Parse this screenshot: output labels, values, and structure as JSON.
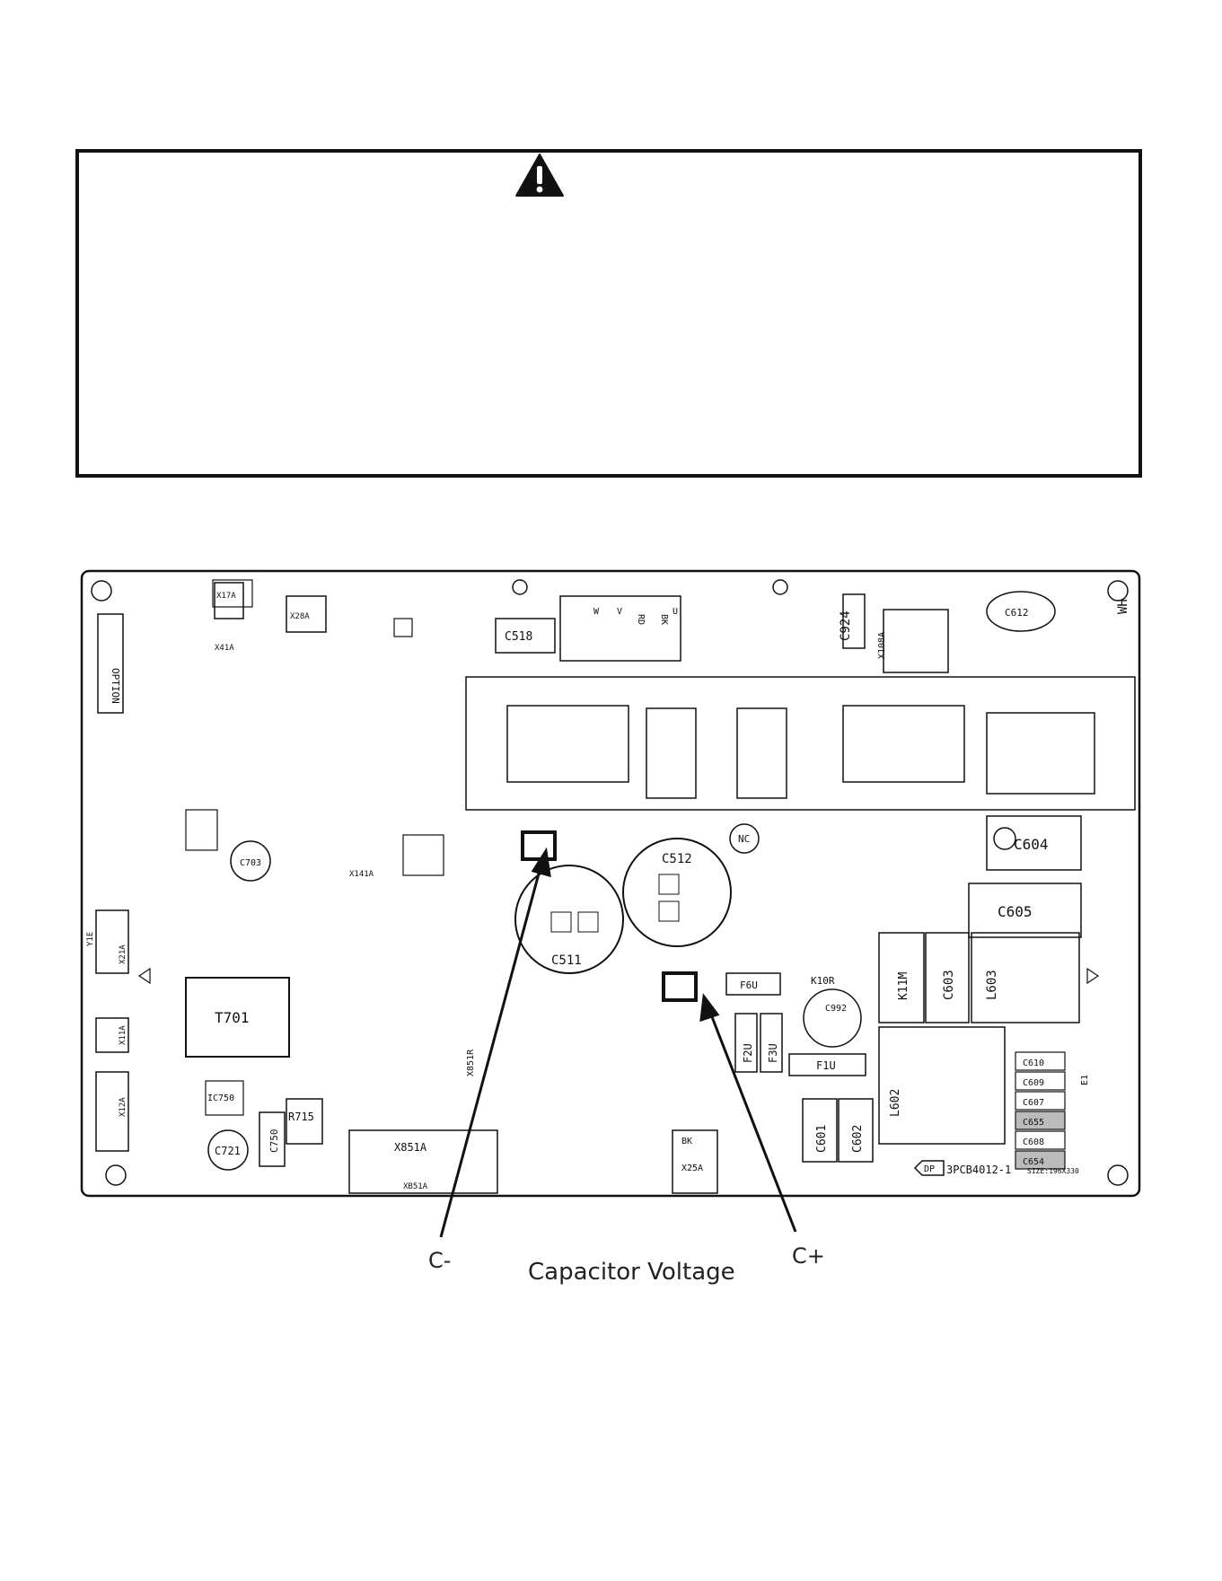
{
  "warning": {
    "icon": "warning-triangle-icon"
  },
  "board": {
    "silkscreen": {
      "option": "OPTION",
      "c518": "C518",
      "c518s": "C518",
      "c924": "C924",
      "x108a": "X108A",
      "c612": "C612",
      "wh": "WH",
      "t701": "T701",
      "c703": "C703",
      "c721": "C721",
      "ic750": "IC750",
      "c750": "C750",
      "r715": "R715",
      "x851a": "X851A",
      "x851a_small": "XB51A",
      "c511": "C511",
      "c512": "C512",
      "f6u": "F6U",
      "k10r": "K10R",
      "k11m": "K11M",
      "c603": "C603",
      "l603": "L603",
      "c604": "C604",
      "c605": "C605",
      "c610": "C610",
      "c609": "C609",
      "c607": "C607",
      "c655": "C655",
      "c608": "C608",
      "c654": "C654",
      "l602": "L602",
      "c601": "C601",
      "c602": "C602",
      "f1u": "F1U",
      "f2u": "F2U",
      "f3u": "F3U",
      "bk": "BK",
      "x25a": "X25A",
      "dp": "DP",
      "part_number": "3PCB4012-1",
      "size": "SIZE:196X330",
      "x12a": "X12A",
      "x11a": "X11A",
      "x21a": "X21A",
      "y1e": "Y1E",
      "x41a": "X41A",
      "x28a": "X28A",
      "x17a": "X17A",
      "x141a": "X141A",
      "x851r": "X851R",
      "nc": "NC",
      "c992": "C992",
      "rd": "RD",
      "bkl": "BK",
      "u": "U",
      "v": "V",
      "w": "W",
      "e1": "E1"
    }
  },
  "callouts": {
    "c_minus": "C-",
    "c_plus": "C+",
    "caption": "Capacitor Voltage"
  }
}
